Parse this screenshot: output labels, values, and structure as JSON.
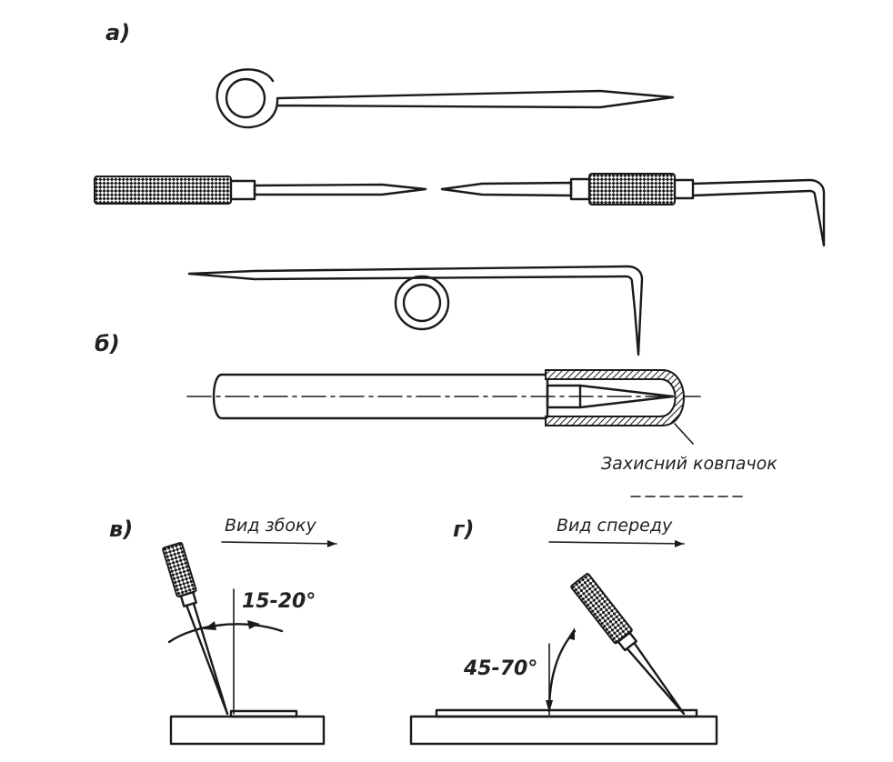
{
  "panels": {
    "a": {
      "label": "а)"
    },
    "b": {
      "label": "б)",
      "caption": "Захисний ковпачок"
    },
    "v": {
      "label": "в)",
      "view": "Вид збоку",
      "angle": "15-20°"
    },
    "g": {
      "label": "г)",
      "view": "Вид спереду",
      "angle": "45-70°"
    }
  },
  "colors": {
    "ink": "#1a1a1a",
    "background": "#ffffff"
  }
}
